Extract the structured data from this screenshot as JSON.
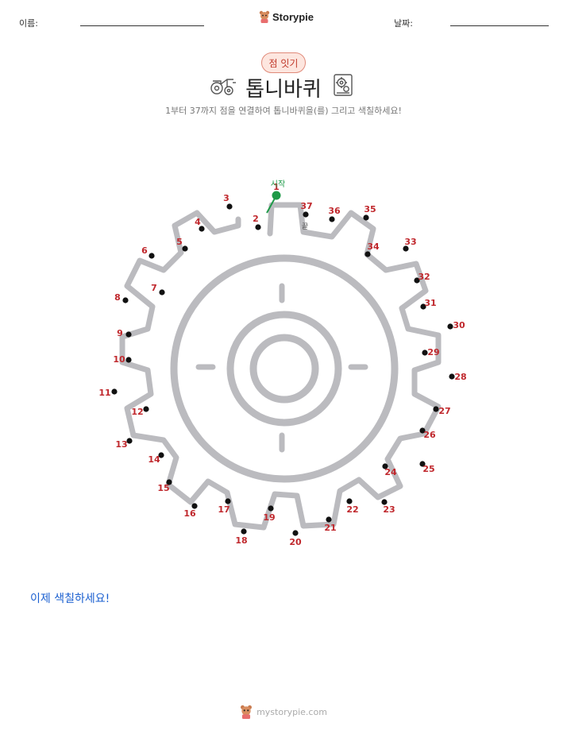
{
  "header": {
    "name_label": "이름:",
    "date_label": "날짜:",
    "brand": "Storypie"
  },
  "badge": "점 잇기",
  "title": "톱니바퀴",
  "subtitle": "1부터 37까지 점을 연결하여 톱니바퀴을(를) 그리고 색칠하세요!",
  "puzzle": {
    "start_label": "시작",
    "end_label": "끝",
    "accent_color": "#c0282d",
    "start_color": "#1e9a48",
    "gear_color": "#bbbbbf"
  },
  "instruction": "이제 색칠하세요!",
  "footer": "mystorypie.com"
}
